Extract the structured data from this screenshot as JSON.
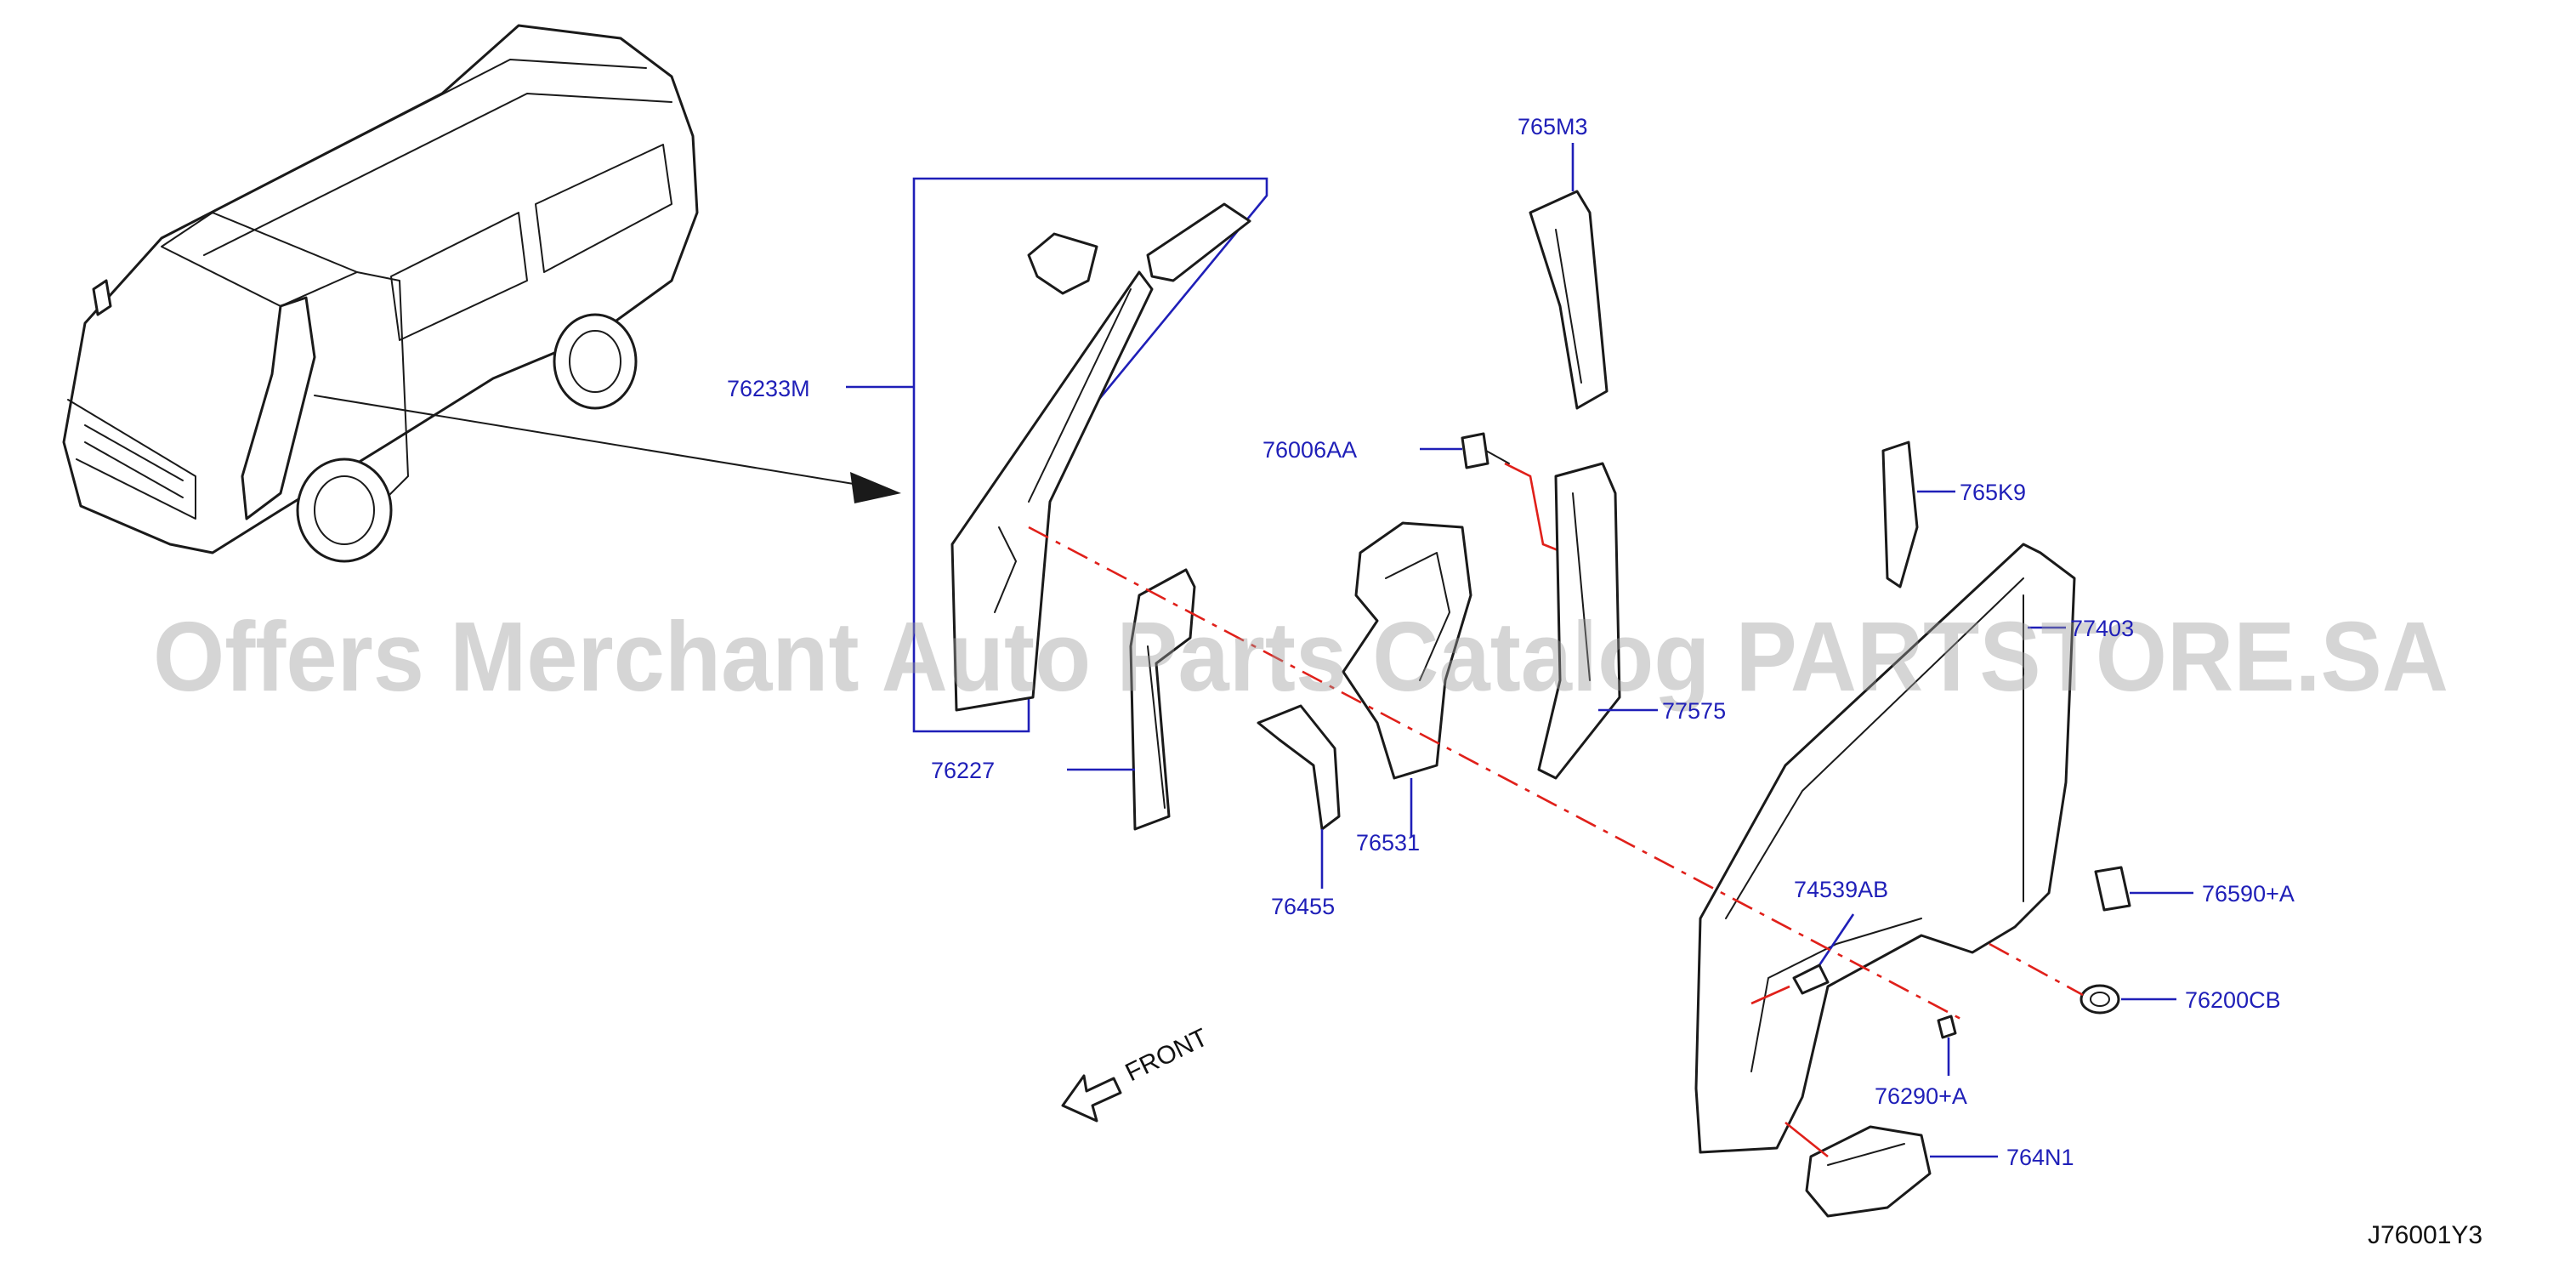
{
  "diagram": {
    "code": "J76001Y3",
    "front_label": "FRONT",
    "watermark": "Offers Merchant Auto Parts Catalog PARTSTORE.SA",
    "colors": {
      "label": "#1f1fb8",
      "leader": "#1f1fb8",
      "dashed": "#e0201a",
      "outline": "#1a1a1a"
    },
    "parts": [
      {
        "id": "76233M"
      },
      {
        "id": "76227"
      },
      {
        "id": "76455"
      },
      {
        "id": "76531"
      },
      {
        "id": "765M3"
      },
      {
        "id": "76006AA"
      },
      {
        "id": "77575"
      },
      {
        "id": "765K9"
      },
      {
        "id": "77403",
        "visible_text": "77403"
      },
      {
        "id": "74539AB"
      },
      {
        "id": "76590+A"
      },
      {
        "id": "76200CB"
      },
      {
        "id": "76290+A"
      },
      {
        "id": "764N1"
      }
    ]
  }
}
